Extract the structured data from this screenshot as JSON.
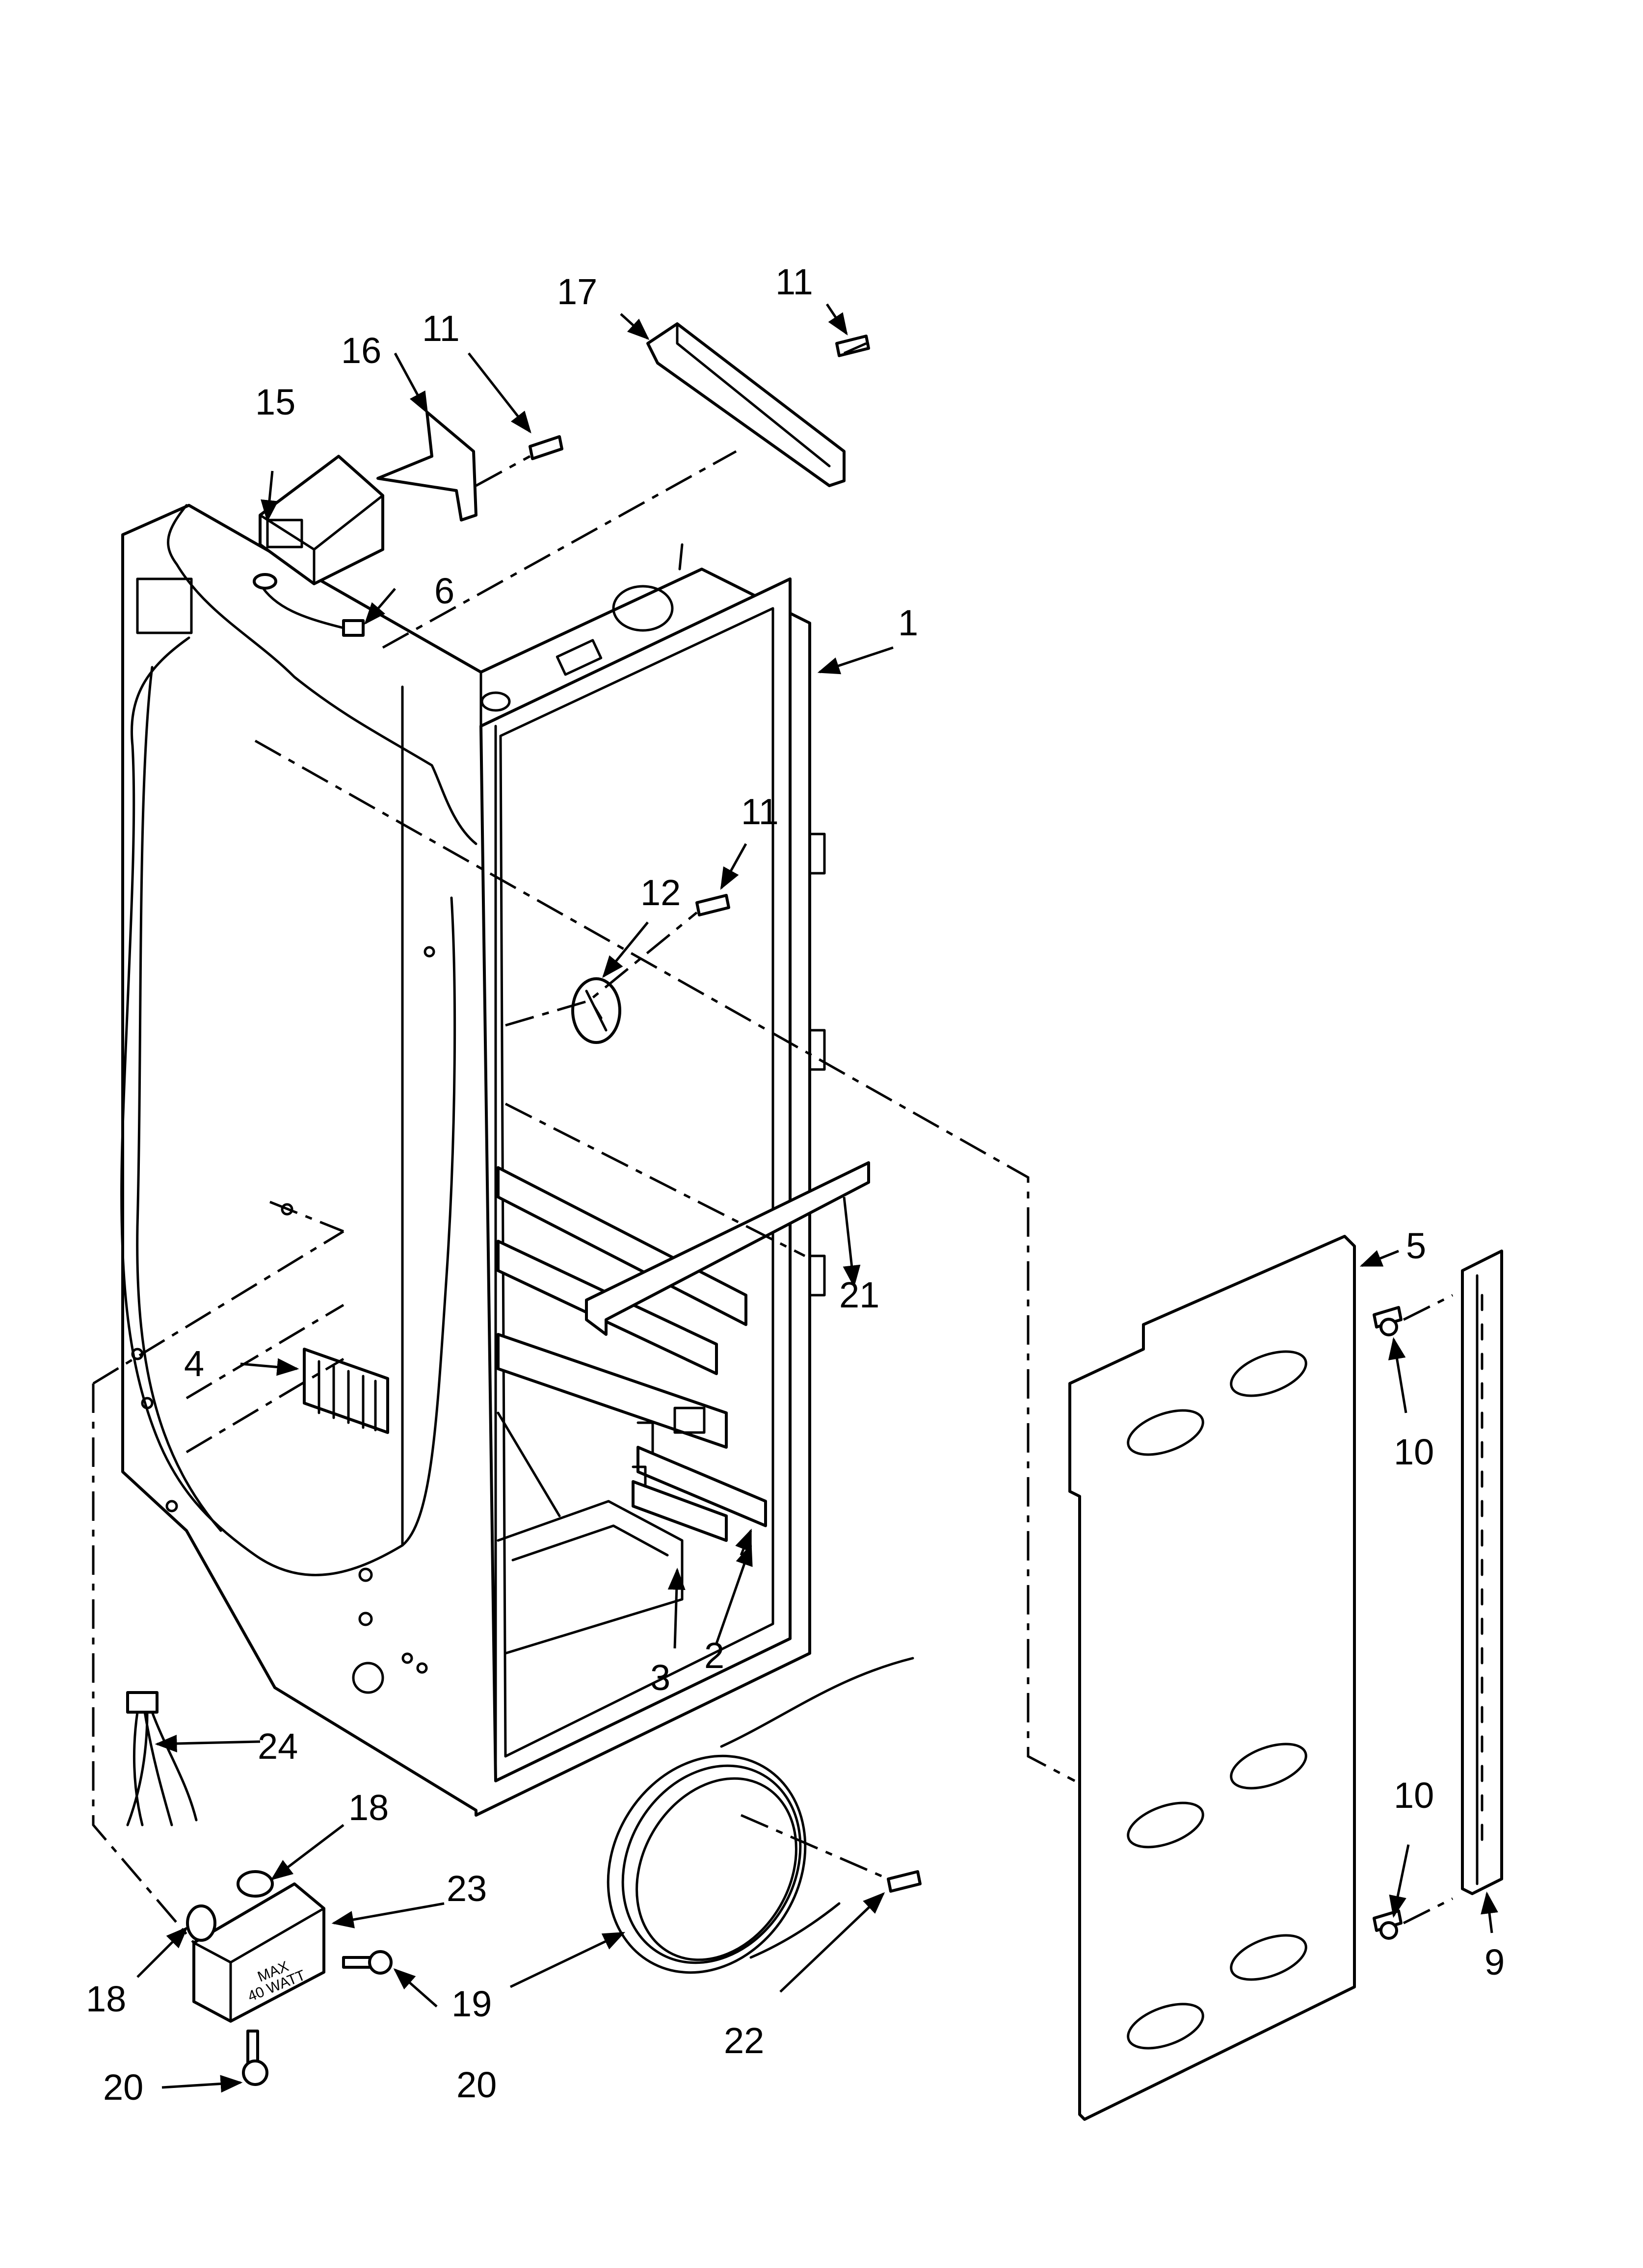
{
  "callouts": {
    "c1": "1",
    "c2": "2",
    "c3": "3",
    "c4": "4",
    "c5": "5",
    "c6": "6",
    "c9": "9",
    "c10a": "10",
    "c10b": "10",
    "c11a": "11",
    "c11b": "11",
    "c11c": "11",
    "c12": "12",
    "c15": "15",
    "c16": "16",
    "c17": "17",
    "c18a": "18",
    "c18b": "18",
    "c19": "19",
    "c20a": "20",
    "c20b": "20",
    "c21": "21",
    "c22": "22",
    "c23": "23",
    "c24": "24"
  },
  "socket_marking": {
    "line1": "MAX",
    "line2": "40 WATT"
  }
}
